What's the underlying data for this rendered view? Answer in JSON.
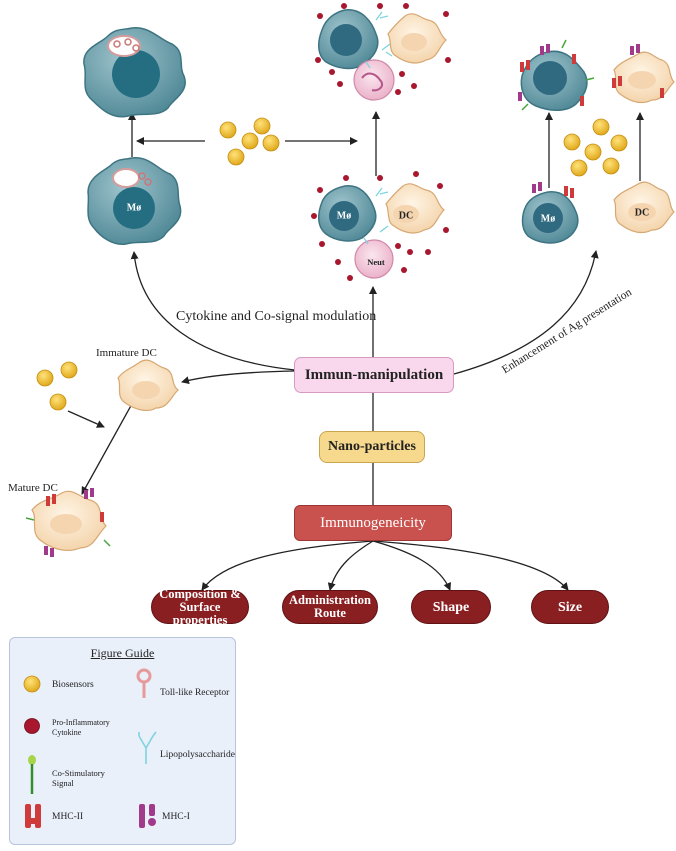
{
  "nodes": {
    "immun_manipulation": "Immun-manipulation",
    "nano_particles": "Nano-particles",
    "immunogenicity": "Immunogeneicity",
    "composition": "Composition & Surface properties",
    "administration": "Administration Route",
    "shape": "Shape",
    "size": "Size"
  },
  "labels": {
    "cytokine_modulation": "Cytokine and Co-signal modulation",
    "enhancement": "Enhancement of Ag presentation",
    "immature_dc": "Immature DC",
    "mature_dc": "Mature DC"
  },
  "cells": {
    "macrophage": "Mø",
    "dendritic": "DC",
    "neutrophil": "Neut"
  },
  "guide": {
    "title": "Figure Guide",
    "items": [
      {
        "label": "Biosensors",
        "icon": "biosensor-icon",
        "color": "#f2c230"
      },
      {
        "label": "Toll-like Receptor",
        "icon": "toll-like-receptor-icon",
        "color": "#e79a9a"
      },
      {
        "label": "Pro-Inflammatory Cytokine",
        "icon": "cytokine-icon",
        "color": "#a8172e"
      },
      {
        "label": "Lipopolysaccharide",
        "icon": "lipopolysaccharide-icon",
        "color": "#7fd3df"
      },
      {
        "label": "Co-Stimulatory Signal",
        "icon": "co-stimulatory-icon",
        "color": "#47a63b"
      },
      {
        "label": "MHC-II",
        "icon": "mhc-ii-icon",
        "color": "#cf3b3b"
      },
      {
        "label": "MHC-I",
        "icon": "mhc-i-icon",
        "color": "#a23a8c"
      }
    ]
  }
}
